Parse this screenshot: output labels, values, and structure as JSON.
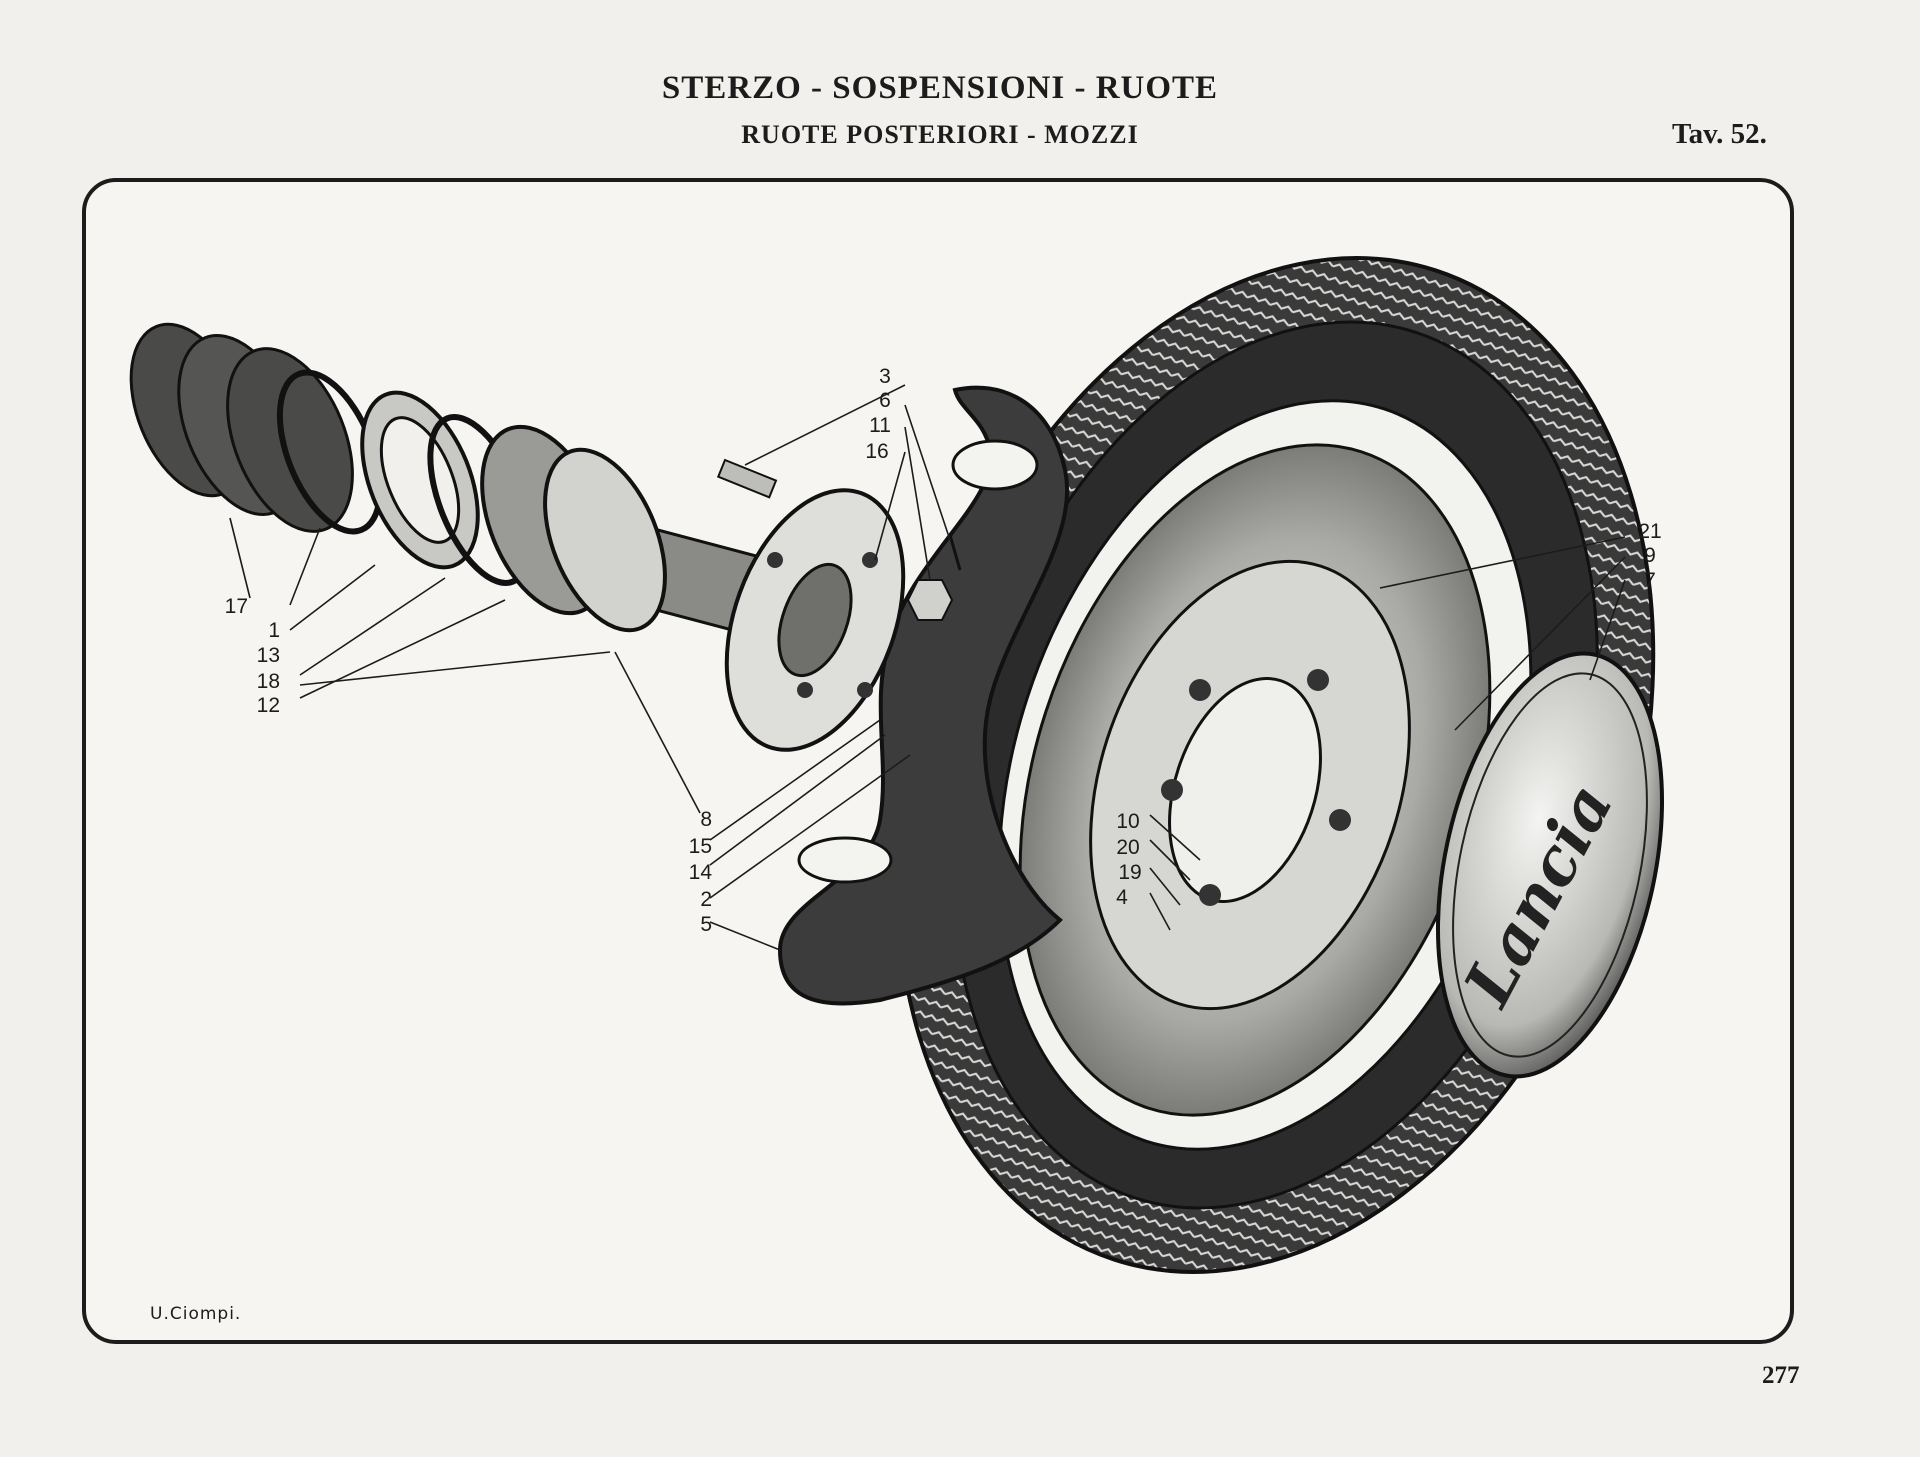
{
  "header": {
    "title": "STERZO - SOSPENSIONI - RUOTE",
    "subtitle": "RUOTE POSTERIORI - MOZZI",
    "plate": "Tav. 52."
  },
  "footer": {
    "page_number": "277",
    "artist_signature": "U.Ciompi."
  },
  "hubcap_logo_text": "Lancia",
  "callouts": {
    "left": [
      "17",
      "1",
      "13",
      "18",
      "12"
    ],
    "top": [
      "3",
      "6",
      "11",
      "16"
    ],
    "bottom_left": [
      "8",
      "15",
      "14",
      "2",
      "5"
    ],
    "center": [
      "10",
      "20",
      "19",
      "4"
    ],
    "right": [
      "21",
      "9",
      "7"
    ]
  }
}
